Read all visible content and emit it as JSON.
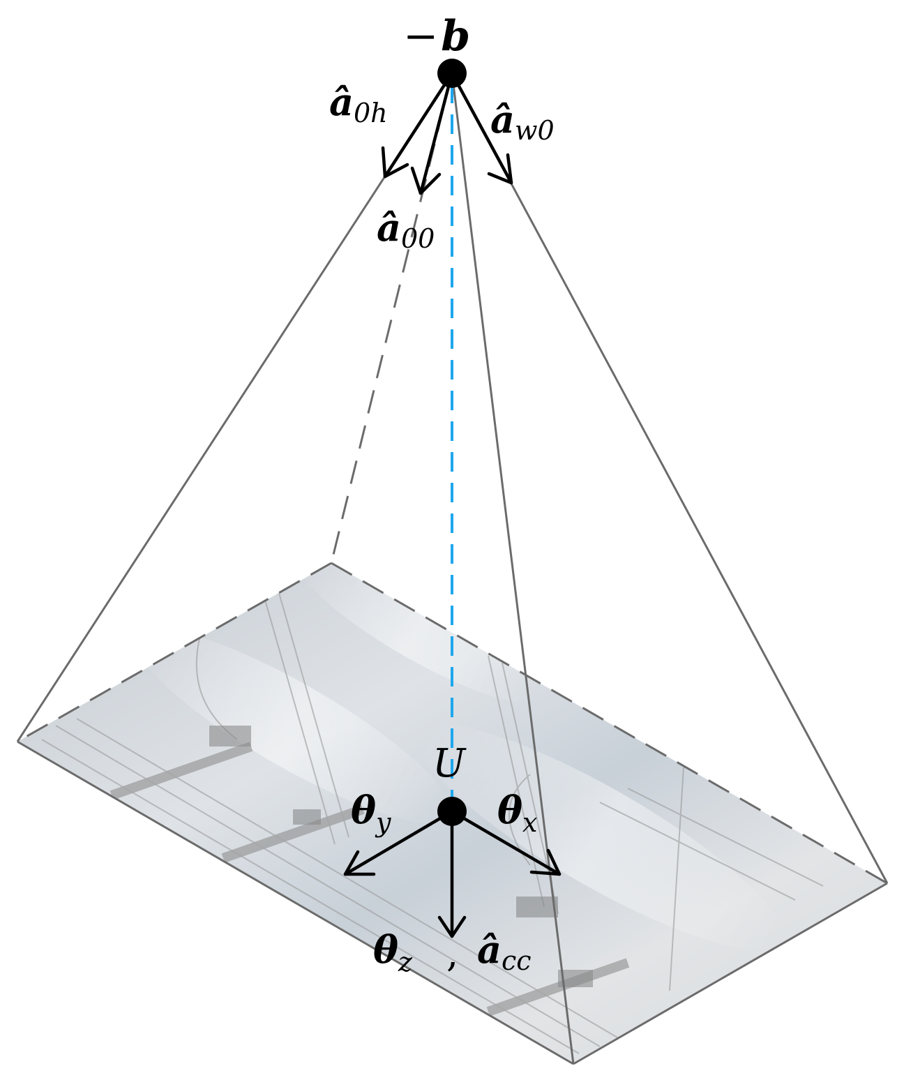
{
  "diagram": {
    "apex_label": {
      "prefix": "−",
      "symbol": "b"
    },
    "ray_labels": [
      {
        "hat": "â",
        "sub": "0h"
      },
      {
        "hat": "â",
        "sub": "00"
      },
      {
        "hat": "â",
        "sub": "w0"
      }
    ],
    "center_label": "U",
    "axis_labels": [
      {
        "symbol": "θ",
        "sub": "y"
      },
      {
        "symbol": "θ",
        "sub": "x"
      },
      {
        "symbol": "θ",
        "sub": "z"
      }
    ],
    "separator": ",",
    "cc_label": {
      "hat": "â",
      "sub": "cc"
    }
  },
  "colors": {
    "edge": "#6b6b6b",
    "arrow": "#000000",
    "optical_axis": "#1ea7ee",
    "image_plane": "#d9dde2"
  },
  "icons": {
    "apex": "filled-circle-point",
    "center": "filled-circle-point"
  }
}
